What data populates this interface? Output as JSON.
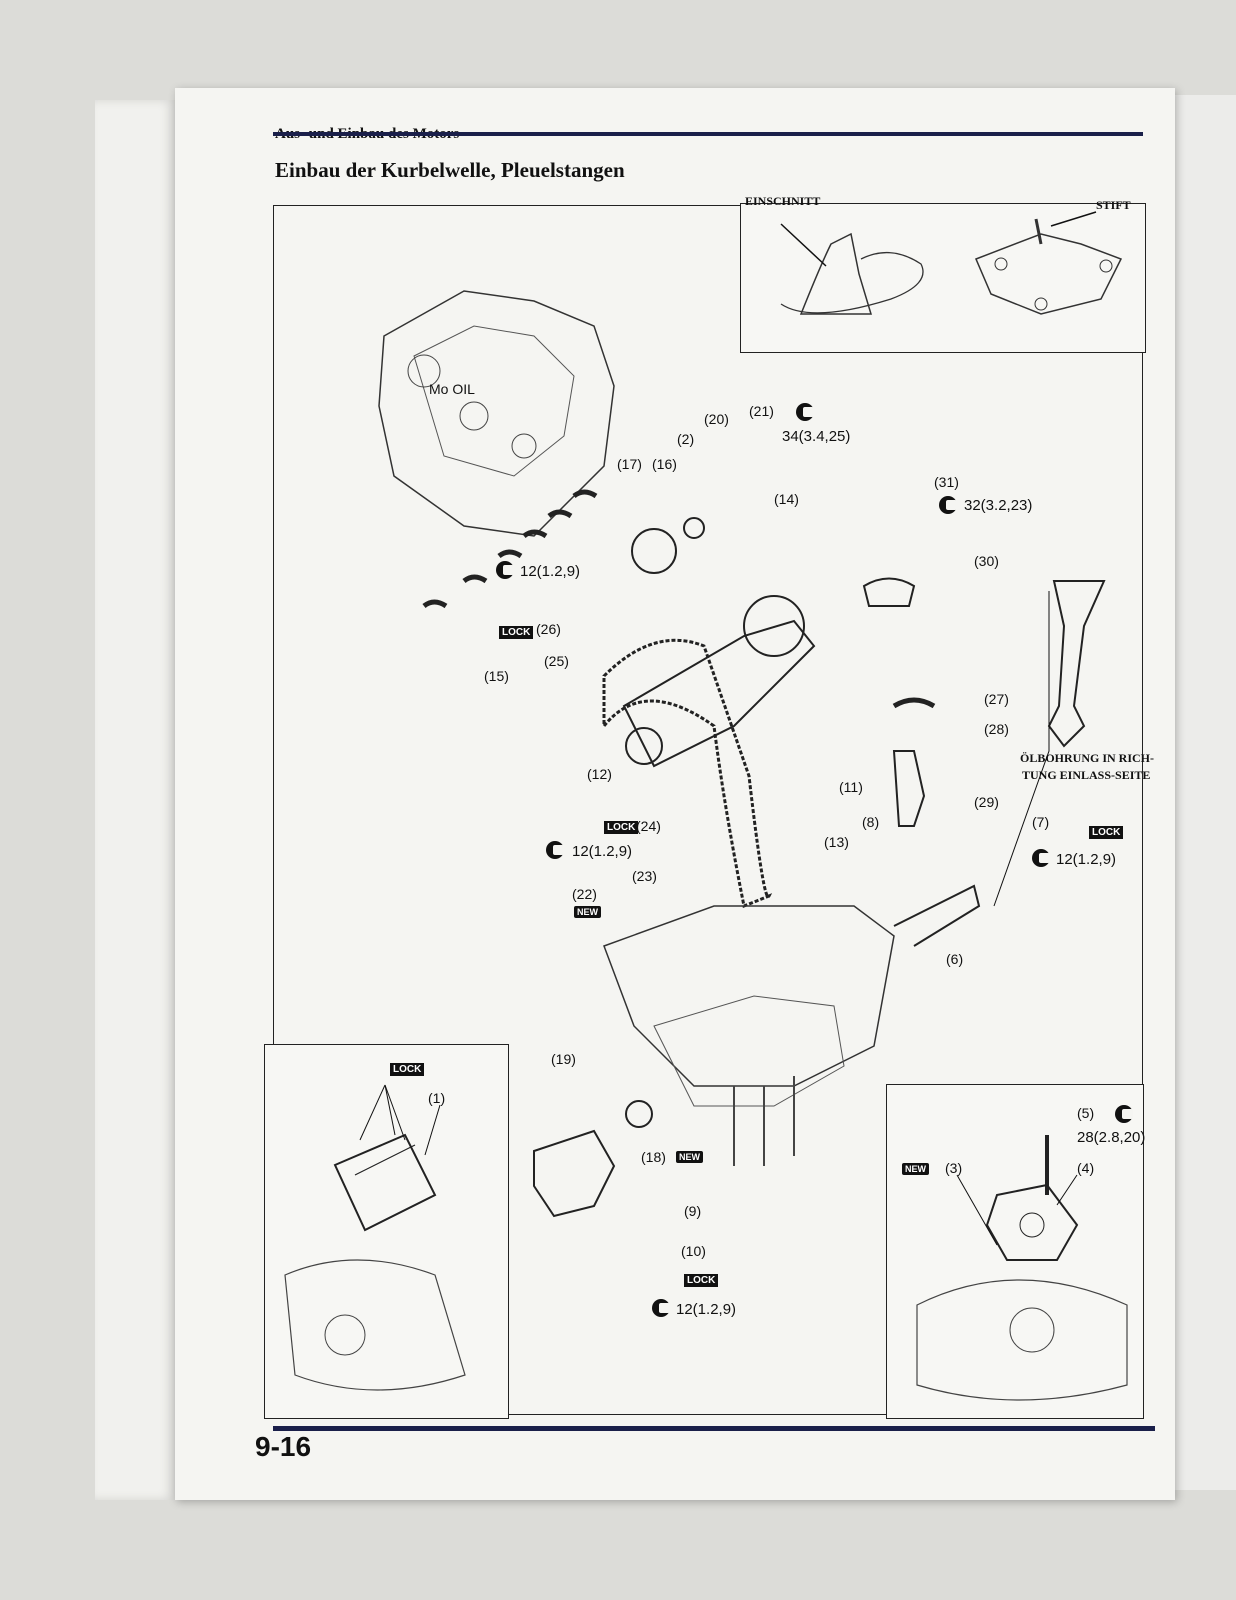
{
  "header": {
    "section": "Aus- und Einbau des Motors"
  },
  "title": "Einbau der Kurbelwelle, Pleuelstangen",
  "page_number": "9-16",
  "inset_top": {
    "label_left": "EINSCHNITT",
    "label_right": "STIFT"
  },
  "note_oil_hole": "ÖLBOHRUNG IN RICHTUNG EINLASS-SEITE",
  "note_oil_hole_line1": "ÖLBOHRUNG IN RICH-",
  "note_oil_hole_line2": "TUNG EINLASS-SEITE",
  "lock_label": "LOCK",
  "new_label": "NEW",
  "moly_label": "Mo OIL",
  "parts": {
    "p1": "(1)",
    "p2": "(2)",
    "p3": "(3)",
    "p4": "(4)",
    "p5": "(5)",
    "p6": "(6)",
    "p7": "(7)",
    "p8": "(8)",
    "p9": "(9)",
    "p10": "(10)",
    "p11": "(11)",
    "p12a": "(12)",
    "p13": "(13)",
    "p14": "(14)",
    "p15": "(15)",
    "p16": "(16)",
    "p17": "(17)",
    "p18": "(18)",
    "p19": "(19)",
    "p20": "(20)",
    "p21": "(21)",
    "p22": "(22)",
    "p23": "(23)",
    "p24": "(24)",
    "p25": "(25)",
    "p26": "(26)",
    "p27": "(27)",
    "p28": "(28)",
    "p29": "(29)",
    "p30": "(30)",
    "p31": "(31)"
  },
  "torques": {
    "t21": "34(3.4,25)",
    "t31": "32(3.2,23)",
    "t_left": "12(1.2,9)",
    "t24": "12(1.2,9)",
    "t7": "12(1.2,9)",
    "t10": "12(1.2,9)",
    "t5": "28(2.8,20)"
  }
}
